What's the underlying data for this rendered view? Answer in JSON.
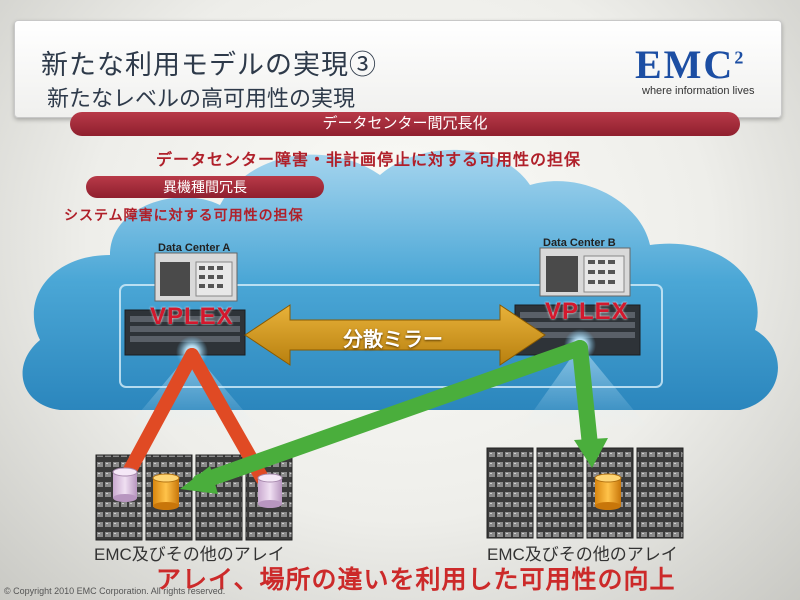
{
  "title": {
    "main": "新たな利用モデルの実現③",
    "sub": "新たなレベルの高可用性の実現"
  },
  "logo": {
    "brand": "EMC",
    "superscript": "2",
    "tagline": "where information lives"
  },
  "bars": {
    "datacenter_redundancy": "データセンター間冗長化",
    "datacenter_description": "データセンター障害・非計画停止に対する可用性の担保",
    "heterogeneous_redundancy": "異機種間冗長",
    "system_description": "システム障害に対する可用性の担保"
  },
  "diagram": {
    "datacenter_a": "Data Center  A",
    "datacenter_b": "Data Center  B",
    "vplex_a": "VPLEX",
    "vplex_b": "VPLEX",
    "mirror_label": "分散ミラー",
    "array_a": "EMC及びその他のアレイ",
    "array_b": "EMC及びその他のアレイ"
  },
  "conclusion": "アレイ、場所の違いを利用した可用性の向上",
  "copyright": "© Copyright 2010 EMC Corporation. All rights reserved.",
  "colors": {
    "title_text": "#2e3a4a",
    "logo_blue": "#1c4ea3",
    "bar_red": "#a02a3a",
    "description_red": "#b0202a",
    "cloud_blue": "#4ba7d6",
    "mirror_arrow": "#d49a1a",
    "red_link": "#e04a24",
    "green_link": "#4aae3c",
    "conclusion_red": "#cc2a2a"
  },
  "icons": [
    "server-rack-icon",
    "storage-array-icon",
    "disk-cylinder-icon",
    "cloud-icon",
    "double-arrow-icon"
  ]
}
